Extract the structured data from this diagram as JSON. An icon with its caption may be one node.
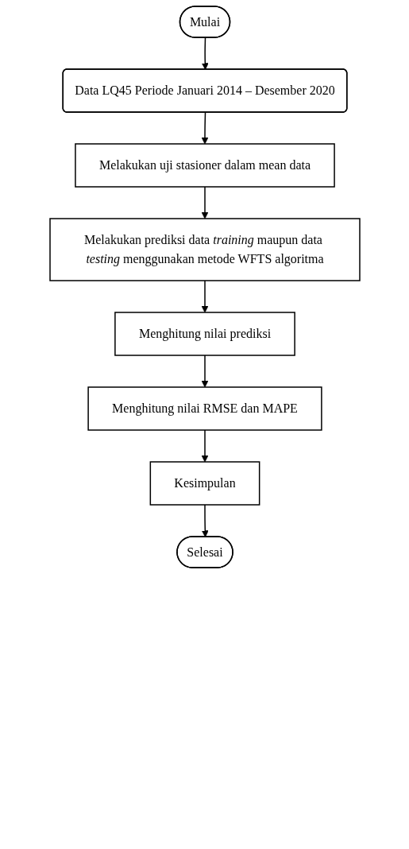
{
  "diagram": {
    "nodes": [
      {
        "text": [
          "Mulai"
        ]
      },
      {
        "text": [
          "Data LQ45 Periode Januari 2014 – Desember 2020"
        ]
      },
      {
        "text": [
          "Melakukan uji stasioner dalam mean data"
        ]
      },
      {
        "text": [
          "Melakukan prediksi data *training* maupun data *testing* menggunakan metode WFTS algoritma"
        ]
      },
      {
        "text": [
          "Menghitung nilai prediksi"
        ]
      },
      {
        "text": [
          "Menghitung nilai RMSE dan MAPE"
        ]
      },
      {
        "text": [
          "Kesimpulan"
        ]
      },
      {
        "text": [
          "Selesai"
        ]
      }
    ],
    "edges": [
      {
        "from": 0,
        "to": 1,
        "arrow": "to"
      },
      {
        "from": 1,
        "to": 2,
        "arrow": "to"
      },
      {
        "from": 2,
        "to": 3,
        "arrow": "to"
      },
      {
        "from": 3,
        "to": 4,
        "arrow": "to"
      },
      {
        "from": 4,
        "to": 5,
        "arrow": "to"
      },
      {
        "from": 5,
        "to": 6,
        "arrow": "to"
      },
      {
        "from": 6,
        "to": 7,
        "arrow": "to"
      }
    ]
  }
}
